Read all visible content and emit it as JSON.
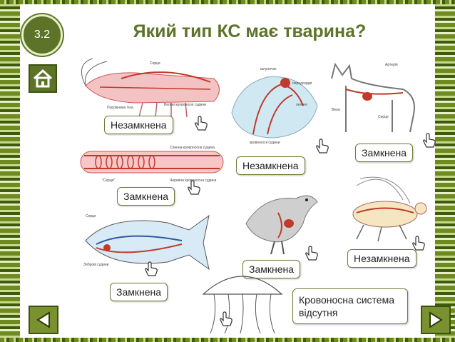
{
  "slide_number": "3.2",
  "title": "Який тип КС має тварина?",
  "labels": {
    "shrimp": "Незамкнена",
    "worm": "Замкнена",
    "fish": "Замкнена",
    "grasshopper": "Незамкнена",
    "bird": "Замкнена",
    "cat": "Замкнена",
    "bee": "Незамкнена",
    "jellyfish": "Кровоносна система відсутня"
  },
  "diagram_text": {
    "shrimp_heart": "Серце",
    "shrimp_cavity": "Порожнина тіла",
    "shrimp_vessels": "Великі кровоносні судини",
    "worm_dorsal": "Спинна кровоносна судина",
    "worm_hearts": "\"Серця\"",
    "worm_ventral": "Черевна кровоносна судина",
    "fish_heart": "Серце",
    "fish_gill": "Зяброві судини",
    "grasshopper_stomach": "шлуночок",
    "grasshopper_atrium": "передсердя",
    "grasshopper_lung": "легеня",
    "grasshopper_vessels": "кровоносні судини",
    "cat_artery": "Артерія",
    "cat_vein": "Вена",
    "cat_heart": "Серце"
  },
  "colors": {
    "accent": "#5d7328",
    "vessel": "#c0392b"
  },
  "icons": {
    "home": "home-icon",
    "prev": "triangle-left-icon",
    "next": "triangle-right-icon",
    "pointer": "hand-pointer-icon"
  }
}
